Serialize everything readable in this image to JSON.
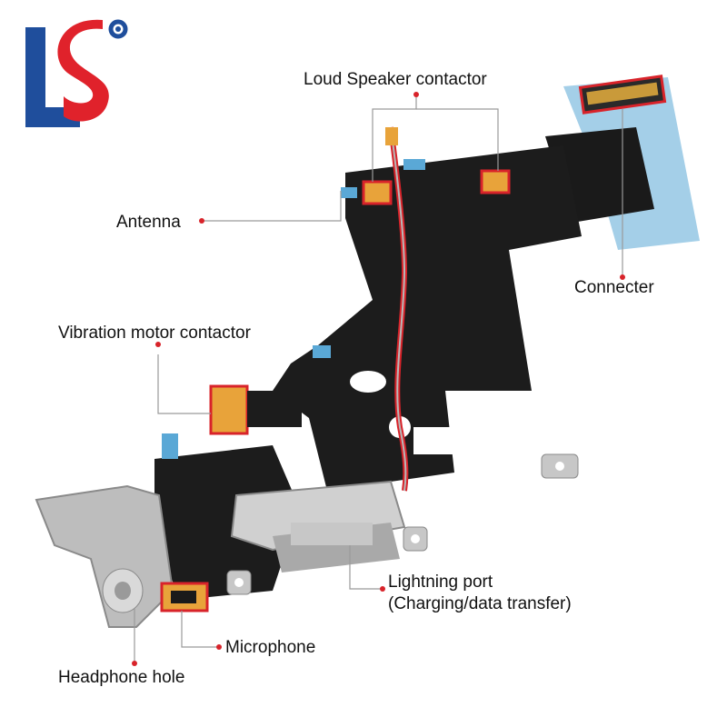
{
  "logo": {
    "letters": "LS",
    "brand_blue": "#1f4e9c",
    "brand_red": "#e0222b"
  },
  "labels": {
    "loud_speaker": "Loud Speaker contactor",
    "antenna": "Antenna",
    "connecter": "Connecter",
    "vibration_motor": "Vibration motor contactor",
    "lightning_port_line1": "Lightning port",
    "lightning_port_line2": "(Charging/data transfer)",
    "microphone": "Microphone",
    "headphone_hole": "Headphone hole"
  },
  "colors": {
    "highlight": "#d8232a",
    "flex_cable": "#1a1a1a",
    "stiffener": "#5aa8d6",
    "contact_gold": "#e8a33a",
    "port_gray": "#bdbdbd"
  }
}
